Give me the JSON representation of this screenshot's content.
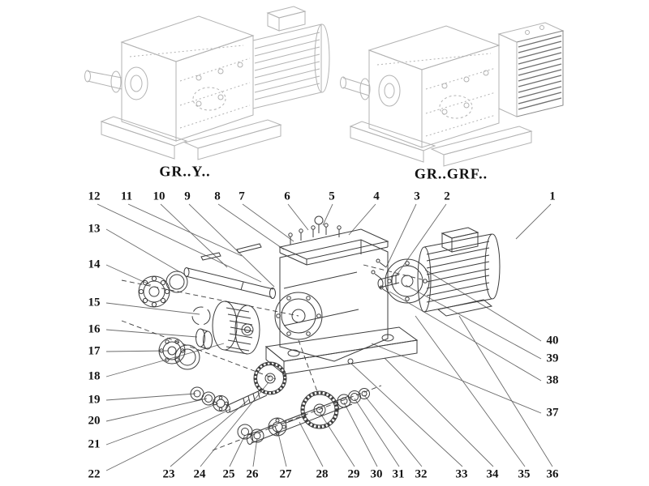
{
  "titles": {
    "left": "GR..Y..",
    "right": "GR..GRF.."
  },
  "callouts": {
    "top": [
      "12",
      "11",
      "10",
      "9",
      "8",
      "7",
      "6",
      "5",
      "4",
      "3",
      "2",
      "1"
    ],
    "left": [
      "13",
      "14",
      "15",
      "16",
      "17",
      "18",
      "19",
      "20",
      "21",
      "22"
    ],
    "bottom": [
      "23",
      "24",
      "25",
      "26",
      "27",
      "28",
      "29",
      "30",
      "31",
      "32",
      "33",
      "34",
      "35",
      "36"
    ],
    "right": [
      "40",
      "39",
      "38",
      "37"
    ]
  },
  "colors": {
    "line_dark": "#3c3c3c",
    "line_light": "#b3b3b3",
    "leader": "#6b6b6b"
  }
}
